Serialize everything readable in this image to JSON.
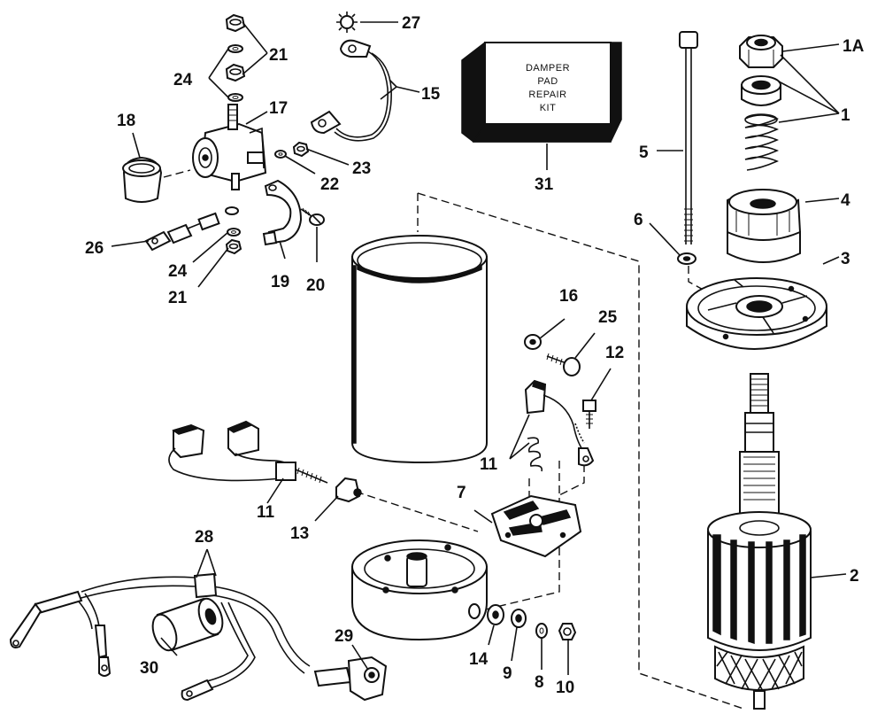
{
  "kit_label": {
    "line1": "DAMPER",
    "line2": "PAD",
    "line3": "REPAIR",
    "line4": "KIT"
  },
  "callouts": [
    {
      "id": "c-1a",
      "text": "1A"
    },
    {
      "id": "c-1",
      "text": "1"
    },
    {
      "id": "c-2",
      "text": "2"
    },
    {
      "id": "c-3",
      "text": "3"
    },
    {
      "id": "c-4",
      "text": "4"
    },
    {
      "id": "c-5",
      "text": "5"
    },
    {
      "id": "c-6",
      "text": "6"
    },
    {
      "id": "c-7",
      "text": "7"
    },
    {
      "id": "c-8",
      "text": "8"
    },
    {
      "id": "c-9",
      "text": "9"
    },
    {
      "id": "c-10",
      "text": "10"
    },
    {
      "id": "c-11a",
      "text": "11"
    },
    {
      "id": "c-11b",
      "text": "11"
    },
    {
      "id": "c-12",
      "text": "12"
    },
    {
      "id": "c-13",
      "text": "13"
    },
    {
      "id": "c-14",
      "text": "14"
    },
    {
      "id": "c-15",
      "text": "15"
    },
    {
      "id": "c-16",
      "text": "16"
    },
    {
      "id": "c-17",
      "text": "17"
    },
    {
      "id": "c-18",
      "text": "18"
    },
    {
      "id": "c-19",
      "text": "19"
    },
    {
      "id": "c-20",
      "text": "20"
    },
    {
      "id": "c-21a",
      "text": "21"
    },
    {
      "id": "c-21b",
      "text": "21"
    },
    {
      "id": "c-22",
      "text": "22"
    },
    {
      "id": "c-23",
      "text": "23"
    },
    {
      "id": "c-24a",
      "text": "24"
    },
    {
      "id": "c-24b",
      "text": "24"
    },
    {
      "id": "c-25",
      "text": "25"
    },
    {
      "id": "c-26",
      "text": "26"
    },
    {
      "id": "c-27",
      "text": "27"
    },
    {
      "id": "c-28",
      "text": "28"
    },
    {
      "id": "c-29",
      "text": "29"
    },
    {
      "id": "c-30",
      "text": "30"
    },
    {
      "id": "c-31",
      "text": "31"
    }
  ]
}
